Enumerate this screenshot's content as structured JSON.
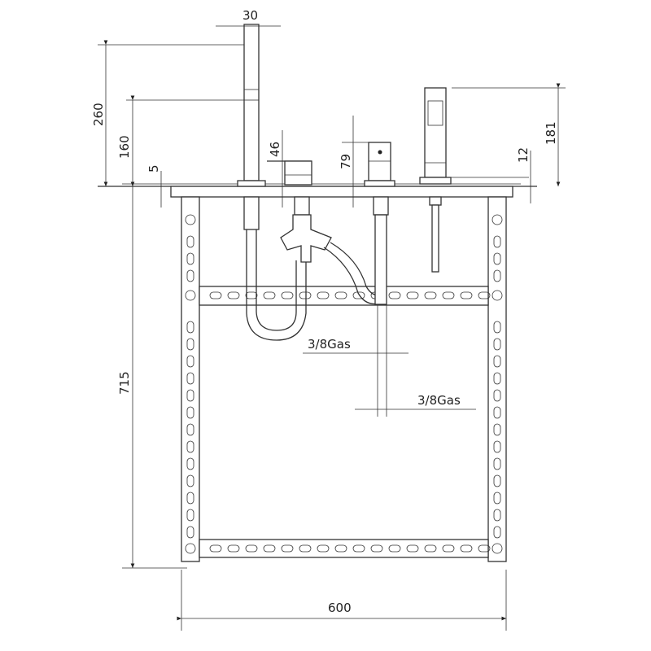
{
  "title": "Deck-mounted bath mixer installation frame",
  "dimensions": {
    "spout_width": "30",
    "spout_height": "260",
    "spout_outlet_height": "160",
    "plate_thickness": "5",
    "lever_height": "46",
    "diverter_height": "79",
    "shower_height": "181",
    "shower_base_height": "12",
    "frame_depth": "715",
    "frame_width": "600",
    "connection_1": "3/8Gas",
    "connection_2": "3/8Gas"
  },
  "colors": {
    "line": "#333333",
    "background": "#ffffff"
  }
}
